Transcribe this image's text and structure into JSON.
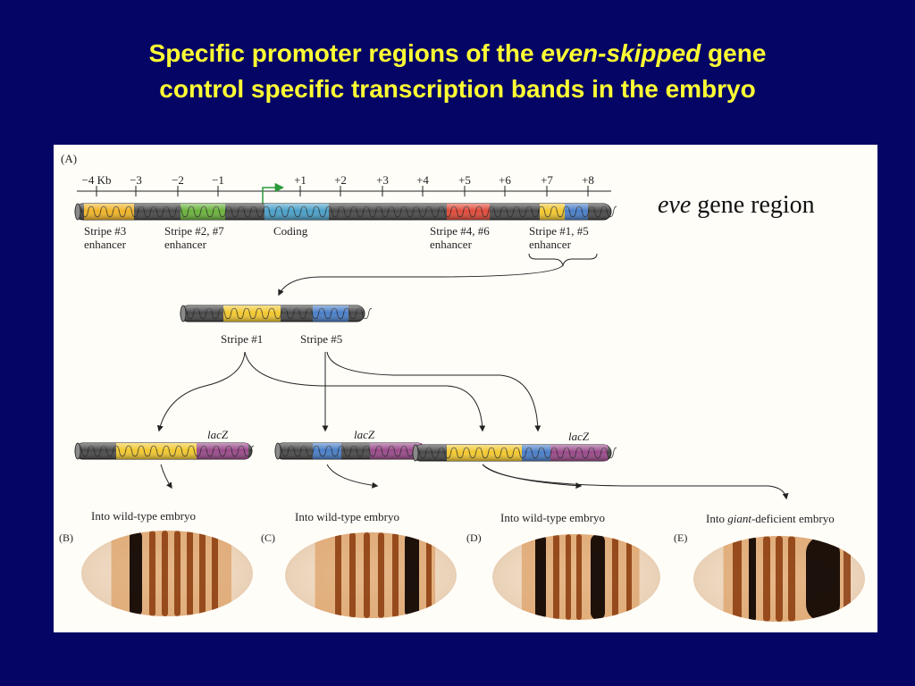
{
  "slide": {
    "title_part1": "Specific promoter regions of the ",
    "title_italic": "even-skipped",
    "title_part2": " gene",
    "title_line2": "control specific transcription bands in the embryo"
  },
  "figure": {
    "panel_a_label": "(A)",
    "scale_ticks": [
      "−4 Kb",
      "−3",
      "−2",
      "−1",
      "+1",
      "+2",
      "+3",
      "+4",
      "+5",
      "+6",
      "+7",
      "+8"
    ],
    "regions": [
      {
        "line1": "Stripe #3",
        "line2": "enhancer"
      },
      {
        "line1": "Stripe #2, #7",
        "line2": "enhancer"
      },
      {
        "line1": "Coding",
        "line2": ""
      },
      {
        "line1": "Stripe #4, #6",
        "line2": "enhancer"
      },
      {
        "line1": "Stripe #1, #5",
        "line2": "enhancer"
      }
    ],
    "eve_caption_italic": "eve",
    "eve_caption_rest": " gene region",
    "construct_labels": [
      "Stripe #1",
      "Stripe #5"
    ],
    "lacz_label": "lacZ",
    "panels": [
      {
        "letter": "(B)",
        "caption": "Into wild-type embryo"
      },
      {
        "letter": "(C)",
        "caption": "Into wild-type embryo"
      },
      {
        "letter": "(D)",
        "caption": "Into wild-type embryo"
      },
      {
        "letter": "(E)",
        "caption_pre": "Into ",
        "caption_italic": "giant",
        "caption_post": "-deficient embryo"
      }
    ]
  },
  "colors": {
    "background": "#050566",
    "title": "#ffff33",
    "stripe3_enhancer": "#f0b428",
    "stripe27_enhancer": "#6ab23c",
    "coding": "#4aa0c8",
    "stripe46_enhancer": "#e04a3a",
    "stripe1": "#f2c830",
    "stripe5": "#4a7ec8",
    "lacz": "#9a4a8a"
  }
}
